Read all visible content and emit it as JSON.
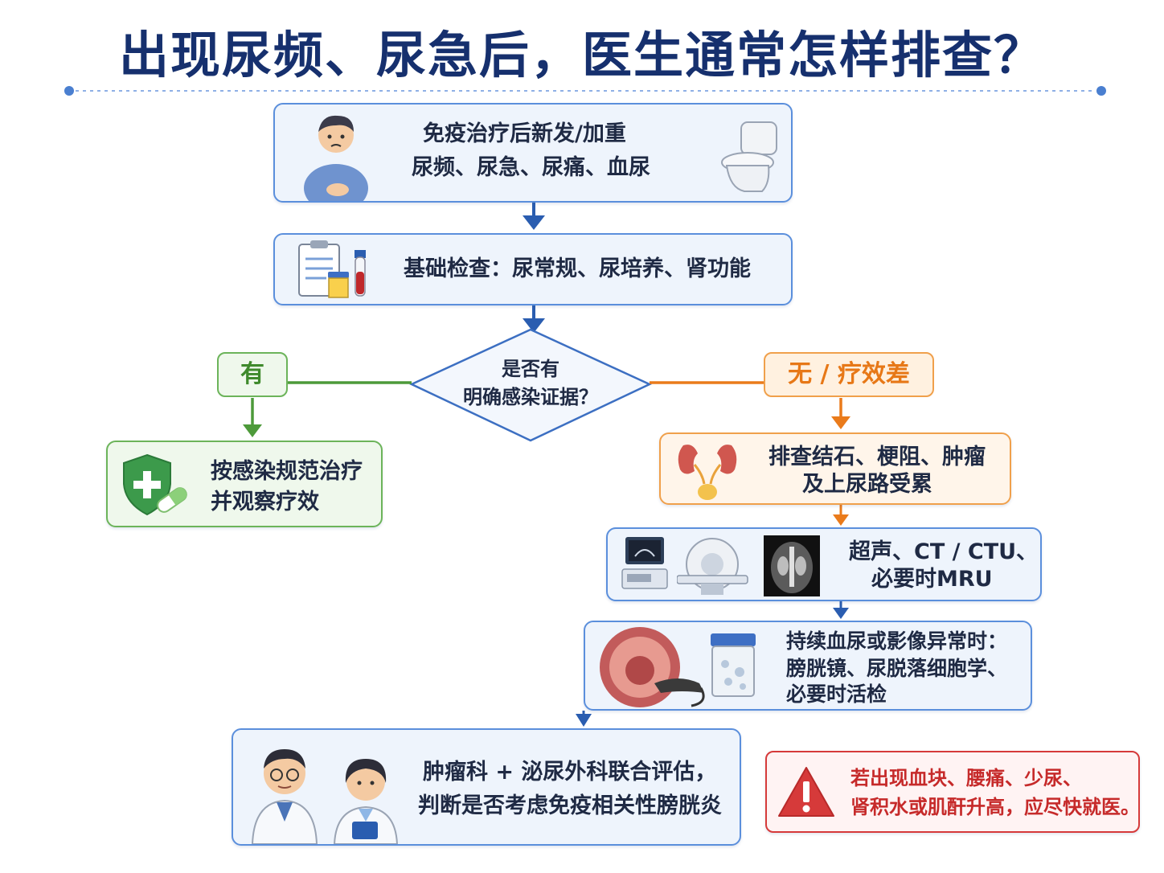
{
  "title": "出现尿频、尿急后，医生通常怎样排查？",
  "colors": {
    "title": "#16306e",
    "main_arrow": "#2a5db0",
    "yes_branch": "#4d9a3a",
    "no_branch": "#ea7b1b",
    "warning": "#d63a3a"
  },
  "nodes": {
    "symptom": {
      "line1": "免疫治疗后新发/加重",
      "line2": "尿频、尿急、尿痛、血尿",
      "icons": [
        "patient-icon",
        "toilet-icon"
      ]
    },
    "basic_tests": {
      "text": "基础检查：尿常规、尿培养、肾功能",
      "icons": [
        "clipboard-icon",
        "urine-cup-icon",
        "blood-tube-icon"
      ]
    },
    "decision": {
      "line1": "是否有",
      "line2": "明确感染证据？"
    },
    "yes_label": "有",
    "no_label": "无 / 疗效差",
    "infection_treatment": {
      "line1": "按感染规范治疗",
      "line2": "并观察疗效",
      "icons": [
        "shield-icon",
        "pill-icon"
      ]
    },
    "rule_out": {
      "line1": "排查结石、梗阻、肿瘤",
      "line2": "及上尿路受累",
      "icons": [
        "kidney-icon"
      ]
    },
    "imaging": {
      "line1": "超声、CT / CTU、",
      "line2": "必要时MRU",
      "icons": [
        "ultrasound-icon",
        "ct-scanner-icon",
        "ct-image-icon"
      ]
    },
    "cystoscopy": {
      "line1": "持续血尿或影像异常时：",
      "line2": "膀胱镜、尿脱落细胞学、",
      "line3": "必要时活检",
      "icons": [
        "cystoscopy-icon",
        "specimen-jar-icon"
      ]
    },
    "mdt": {
      "line1": "肿瘤科 + 泌尿外科联合评估，",
      "line2": "判断是否考虑免疫相关性膀胱炎",
      "icons": [
        "doctor-icon",
        "nurse-icon"
      ]
    },
    "warning": {
      "line1": "若出现血块、腰痛、少尿、",
      "line2": "肾积水或肌酐升高，应尽快就医。",
      "icon": "warning-icon"
    }
  }
}
